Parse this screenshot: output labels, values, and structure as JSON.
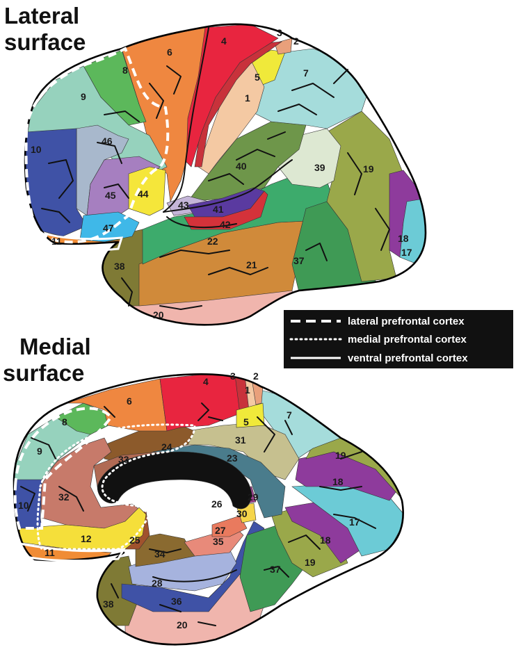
{
  "titles": {
    "lateral_line1": "Lateral",
    "lateral_line2": "surface",
    "medial_line1": "Medial",
    "medial_line2": "surface"
  },
  "legend": {
    "lateral": "lateral prefrontal cortex",
    "medial": "medial prefrontal cortex",
    "ventral": "ventral prefrontal cortex"
  },
  "colors": {
    "a1": "#f4c9a3",
    "a2": "#e9a07b",
    "a3": "#c8323b",
    "a4": "#e8253f",
    "a5": "#f0e93a",
    "a6": "#ef8740",
    "a7": "#a5dcdb",
    "a8": "#5cb85b",
    "a9": "#96d2bd",
    "a10": "#3f52a6",
    "a11": "#f08c35",
    "a12": "#f5df3a",
    "a17": "#6ccbd6",
    "a18": "#8e3b9c",
    "a19": "#9aa84a",
    "a20": "#f0b5ad",
    "a21": "#d08a3a",
    "a22": "#3dab6c",
    "a23": "#4a7c8c",
    "a24": "#8c5a2b",
    "a25": "#a0522d",
    "a26": "#111111",
    "a27": "#e97a5e",
    "a28": "#a6b3de",
    "a29": "#9c3f8f",
    "a30": "#f5d54a",
    "a31": "#c6c08f",
    "a32": "#c77a6a",
    "a33": "#b06a54",
    "a34": "#8a6a30",
    "a35": "#e88a7a",
    "a36": "#3f52a6",
    "a37": "#3f9a55",
    "a38": "#7f7a35",
    "a39": "#dde8d2",
    "a40": "#6e964a",
    "a41": "#5a3aa0",
    "a42": "#d4323a",
    "a43": "#c4b5d8",
    "a44": "#f5e63a",
    "a45": "#a67fc0",
    "a46": "#a8b8cc",
    "a47": "#3fb8e8"
  },
  "lateral_labels": [
    {
      "id": "4",
      "text": "4"
    },
    {
      "id": "3",
      "text": "3"
    },
    {
      "id": "2",
      "text": "2"
    },
    {
      "id": "6",
      "text": "6"
    },
    {
      "id": "5",
      "text": "5"
    },
    {
      "id": "8",
      "text": "8"
    },
    {
      "id": "7",
      "text": "7"
    },
    {
      "id": "1",
      "text": "1"
    },
    {
      "id": "9",
      "text": "9"
    },
    {
      "id": "46",
      "text": "46"
    },
    {
      "id": "10",
      "text": "10"
    },
    {
      "id": "40",
      "text": "40"
    },
    {
      "id": "39",
      "text": "39"
    },
    {
      "id": "19",
      "text": "19"
    },
    {
      "id": "44",
      "text": "44"
    },
    {
      "id": "45",
      "text": "45"
    },
    {
      "id": "43",
      "text": "43"
    },
    {
      "id": "41",
      "text": "41"
    },
    {
      "id": "42",
      "text": "42"
    },
    {
      "id": "47",
      "text": "47"
    },
    {
      "id": "11",
      "text": "11"
    },
    {
      "id": "22",
      "text": "22"
    },
    {
      "id": "18",
      "text": "18"
    },
    {
      "id": "17",
      "text": "17"
    },
    {
      "id": "38",
      "text": "38"
    },
    {
      "id": "21",
      "text": "21"
    },
    {
      "id": "37",
      "text": "37"
    },
    {
      "id": "20",
      "text": "20"
    }
  ],
  "medial_labels": [
    {
      "id": "3",
      "text": "3"
    },
    {
      "id": "2",
      "text": "2"
    },
    {
      "id": "4",
      "text": "4"
    },
    {
      "id": "1",
      "text": "1"
    },
    {
      "id": "6",
      "text": "6"
    },
    {
      "id": "7",
      "text": "7"
    },
    {
      "id": "8",
      "text": "8"
    },
    {
      "id": "5",
      "text": "5"
    },
    {
      "id": "31",
      "text": "31"
    },
    {
      "id": "24",
      "text": "24"
    },
    {
      "id": "9",
      "text": "9"
    },
    {
      "id": "19a",
      "text": "19"
    },
    {
      "id": "33",
      "text": "33"
    },
    {
      "id": "23",
      "text": "23"
    },
    {
      "id": "18a",
      "text": "18"
    },
    {
      "id": "32",
      "text": "32"
    },
    {
      "id": "10",
      "text": "10"
    },
    {
      "id": "29",
      "text": "29"
    },
    {
      "id": "26",
      "text": "26"
    },
    {
      "id": "30",
      "text": "30"
    },
    {
      "id": "17",
      "text": "17"
    },
    {
      "id": "27",
      "text": "27"
    },
    {
      "id": "12",
      "text": "12"
    },
    {
      "id": "25",
      "text": "25"
    },
    {
      "id": "18b",
      "text": "18"
    },
    {
      "id": "35",
      "text": "35"
    },
    {
      "id": "11",
      "text": "11"
    },
    {
      "id": "34",
      "text": "34"
    },
    {
      "id": "19b",
      "text": "19"
    },
    {
      "id": "37",
      "text": "37"
    },
    {
      "id": "28",
      "text": "28"
    },
    {
      "id": "38",
      "text": "38"
    },
    {
      "id": "36",
      "text": "36"
    },
    {
      "id": "20",
      "text": "20"
    }
  ]
}
